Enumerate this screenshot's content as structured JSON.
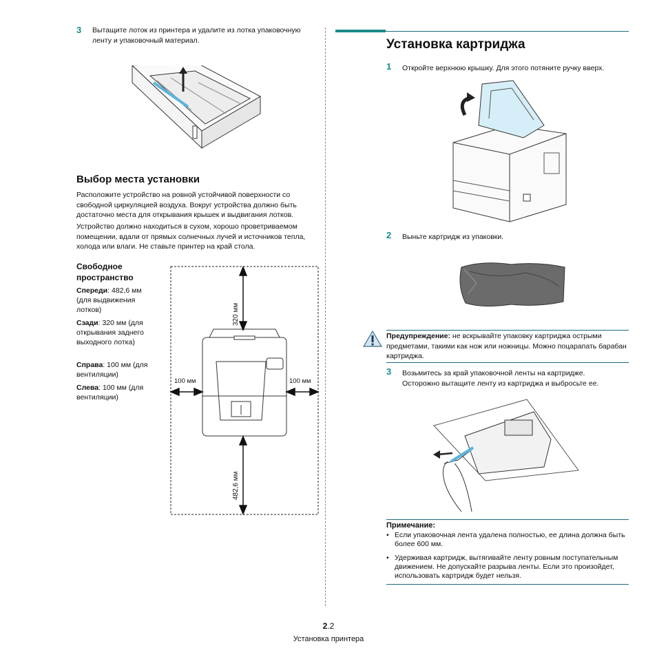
{
  "left": {
    "step3": {
      "num": "3",
      "text": "Вытащите лоток из принтера и удалите из лотка упаковочную ленту и упаковочный материал."
    },
    "section_title": "Выбор места установки",
    "para1": "Расположите устройство на ровной устойчивой поверхности со свободной циркуляцией воздуха. Вокруг устройства должно быть достаточно места для открывания крышек и выдвигания лотков.",
    "para2": "Устройство должно находиться в сухом, хорошо проветриваемом помещении, вдали от прямых солнечных лучей и источников тепла, холода или влаги. Не ставьте принтер на край стола.",
    "free_space_title": "Свободное пространство",
    "front_label": "Спереди",
    "front_value": ": 482,6 мм (для выдвижения лотков)",
    "back_label": "Сзади",
    "back_value": ": 320 мм (для открывания заднего выходного лотка)",
    "right_label": "Справа",
    "right_value": ": 100 мм (для вентиляции)",
    "left_label": "Слева",
    "left_value": ": 100 мм (для вентиляции)",
    "diagram": {
      "top_dim": "320 мм",
      "left_dim": "100 мм",
      "right_dim": "100 мм",
      "bottom_dim": "482,6 мм"
    }
  },
  "right": {
    "title": "Установка картриджа",
    "step1": {
      "num": "1",
      "text": "Откройте верхнюю крышку. Для этого потяните ручку вверх."
    },
    "step2": {
      "num": "2",
      "text": "Выньте картридж из упаковки."
    },
    "warning_label": "Предупреждение:",
    "warning_text": " не вскрывайте упаковку картриджа острыми предметами, такими как нож или ножницы. Можно поцарапать барабан картриджа.",
    "step3": {
      "num": "3",
      "line1": "Возьмитесь за край упаковочной ленты на картридже.",
      "line2": "Осторожно вытащите ленту из картриджа и выбросьте ее."
    },
    "note_title": "Примечание:",
    "notes": [
      "Если упаковочная лента удалена полностью, ее длина должна быть более 600 мм.",
      "Удерживая картридж, вытягивайте ленту ровным поступательным движением. Не допускайте разрыва ленты. Если это произойдет, использовать картридж будет нельзя."
    ]
  },
  "footer": {
    "page_bold": "2",
    "page_rest": ".2",
    "caption": "Установка принтера"
  },
  "colors": {
    "accent": "#1a8a8a",
    "rule": "#1a6a7a"
  }
}
